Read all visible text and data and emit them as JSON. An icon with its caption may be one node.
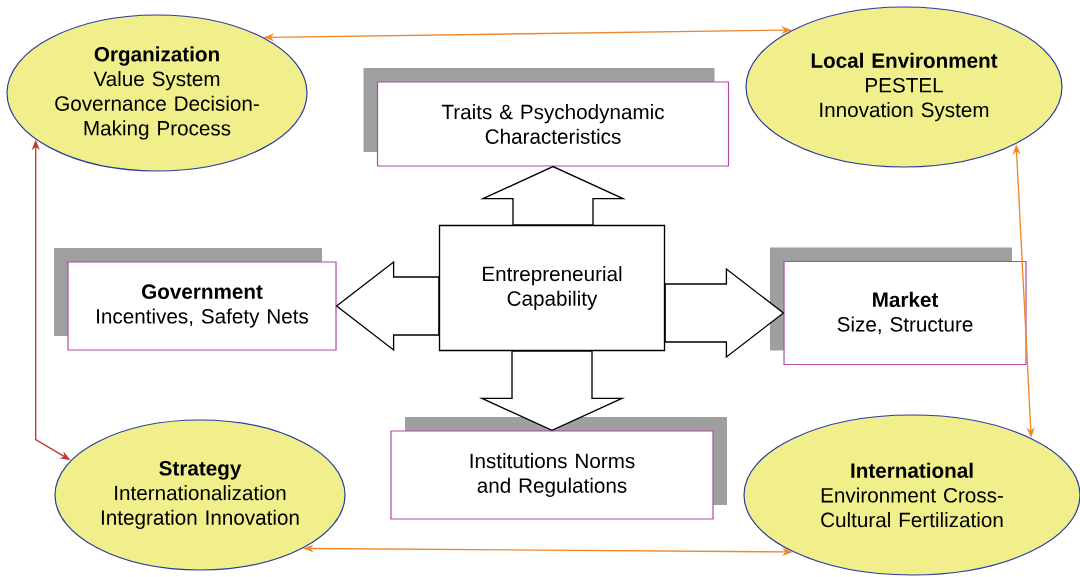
{
  "diagram": {
    "nodes": [
      {
        "text": [
          "Organization",
          "Value System Governance Decision-Making Process"
        ]
      },
      {
        "text": [
          "Local Environment",
          "PESTEL Innovation System"
        ]
      },
      {
        "text": [
          "Traits & Psychodynamic Characteristics"
        ]
      },
      {
        "text": [
          "Entrepreneurial Capability"
        ]
      },
      {
        "text": [
          "Government",
          "Incentives, Safety Nets"
        ]
      },
      {
        "text": [
          "Market",
          "Size, Structure"
        ]
      },
      {
        "text": [
          "Institutions Norms and Regulations"
        ]
      },
      {
        "text": [
          "Strategy",
          "Internationalization Integration Innovation"
        ]
      },
      {
        "text": [
          "International",
          "Environment Cross-Cultural Fertilization"
        ]
      }
    ],
    "edges": [
      {
        "from": 0,
        "to": 1,
        "arrow": "both"
      },
      {
        "from": 1,
        "to": 8,
        "arrow": "both"
      },
      {
        "from": 7,
        "to": 8,
        "arrow": "both"
      },
      {
        "from": 0,
        "to": 7,
        "arrow": "both",
        "color": "#c0392b"
      },
      {
        "from": 3,
        "to": 2,
        "arrow": "to",
        "style": "thick"
      },
      {
        "from": 3,
        "to": 4,
        "arrow": "to",
        "style": "thick"
      },
      {
        "from": 3,
        "to": 5,
        "arrow": "to",
        "style": "thick"
      },
      {
        "from": 3,
        "to": 6,
        "arrow": "to",
        "style": "thick"
      }
    ]
  }
}
